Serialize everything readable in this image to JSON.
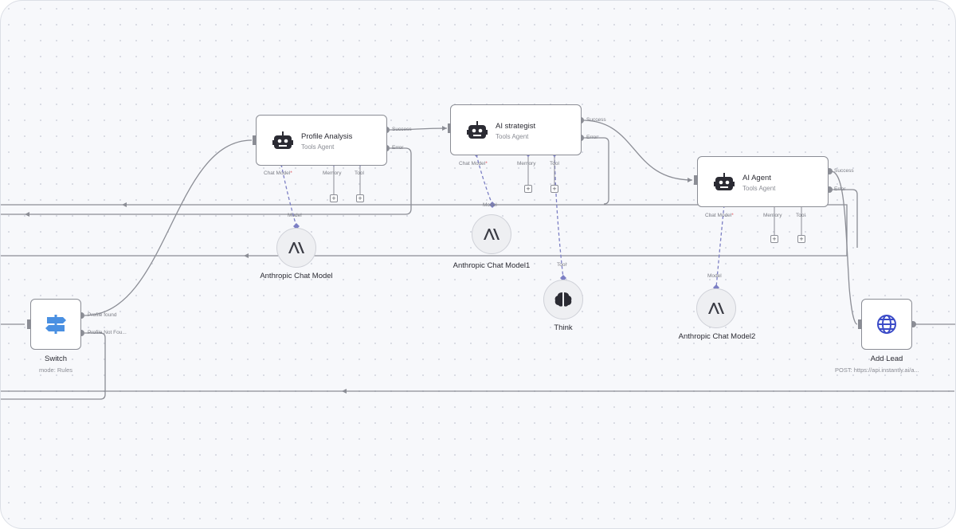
{
  "nodes": {
    "profile_analysis": {
      "title": "Profile Analysis",
      "subtitle": "Tools Agent",
      "ports": {
        "chat_model": "Chat Model",
        "memory": "Memory",
        "tool": "Tool"
      },
      "outputs": {
        "success": "Success",
        "error": "Error"
      }
    },
    "ai_strategist": {
      "title": "AI strategist",
      "subtitle": "Tools Agent",
      "ports": {
        "chat_model": "Chat Model",
        "memory": "Memory",
        "tool": "Tool"
      },
      "outputs": {
        "success": "Success",
        "error": "Error"
      }
    },
    "ai_agent": {
      "title": "AI Agent",
      "subtitle": "Tools Agent",
      "ports": {
        "chat_model": "Chat Model",
        "memory": "Memory",
        "tool": "Tool"
      },
      "outputs": {
        "success": "Success",
        "error": "Error"
      }
    },
    "switch": {
      "title": "Switch",
      "subtitle": "mode: Rules",
      "outputs": {
        "found": "Profile found",
        "not_found": "Profile Not Fou..."
      }
    },
    "add_lead": {
      "title": "Add Lead",
      "subtitle": "POST: https://api.instantly.ai/a..."
    },
    "anthropic_1": {
      "title": "Anthropic Chat Model",
      "port": "Model"
    },
    "anthropic_2": {
      "title": "Anthropic Chat Model1",
      "port": "Model"
    },
    "anthropic_3": {
      "title": "Anthropic Chat Model2",
      "port": "Model"
    },
    "think": {
      "title": "Think",
      "port": "Tool"
    }
  },
  "required_mark": "*",
  "plus_symbol": "+",
  "colors": {
    "wire": "#8b8d95",
    "port_diamond": "#7c7fc4",
    "switch_icon": "#4a90e2",
    "globe_icon": "#3b4bc8"
  },
  "icons": {
    "agent": "robot-icon",
    "anthropic": "anthropic-icon",
    "think": "brain-icon",
    "switch": "signpost-icon",
    "add_lead": "globe-icon"
  }
}
